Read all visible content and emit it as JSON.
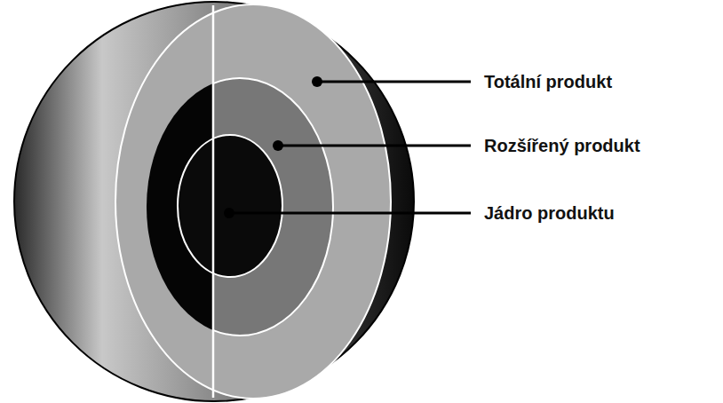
{
  "diagram": {
    "labels": [
      "Totální produkt",
      "Rozšířený produkt",
      "Jádro produktu"
    ]
  }
}
